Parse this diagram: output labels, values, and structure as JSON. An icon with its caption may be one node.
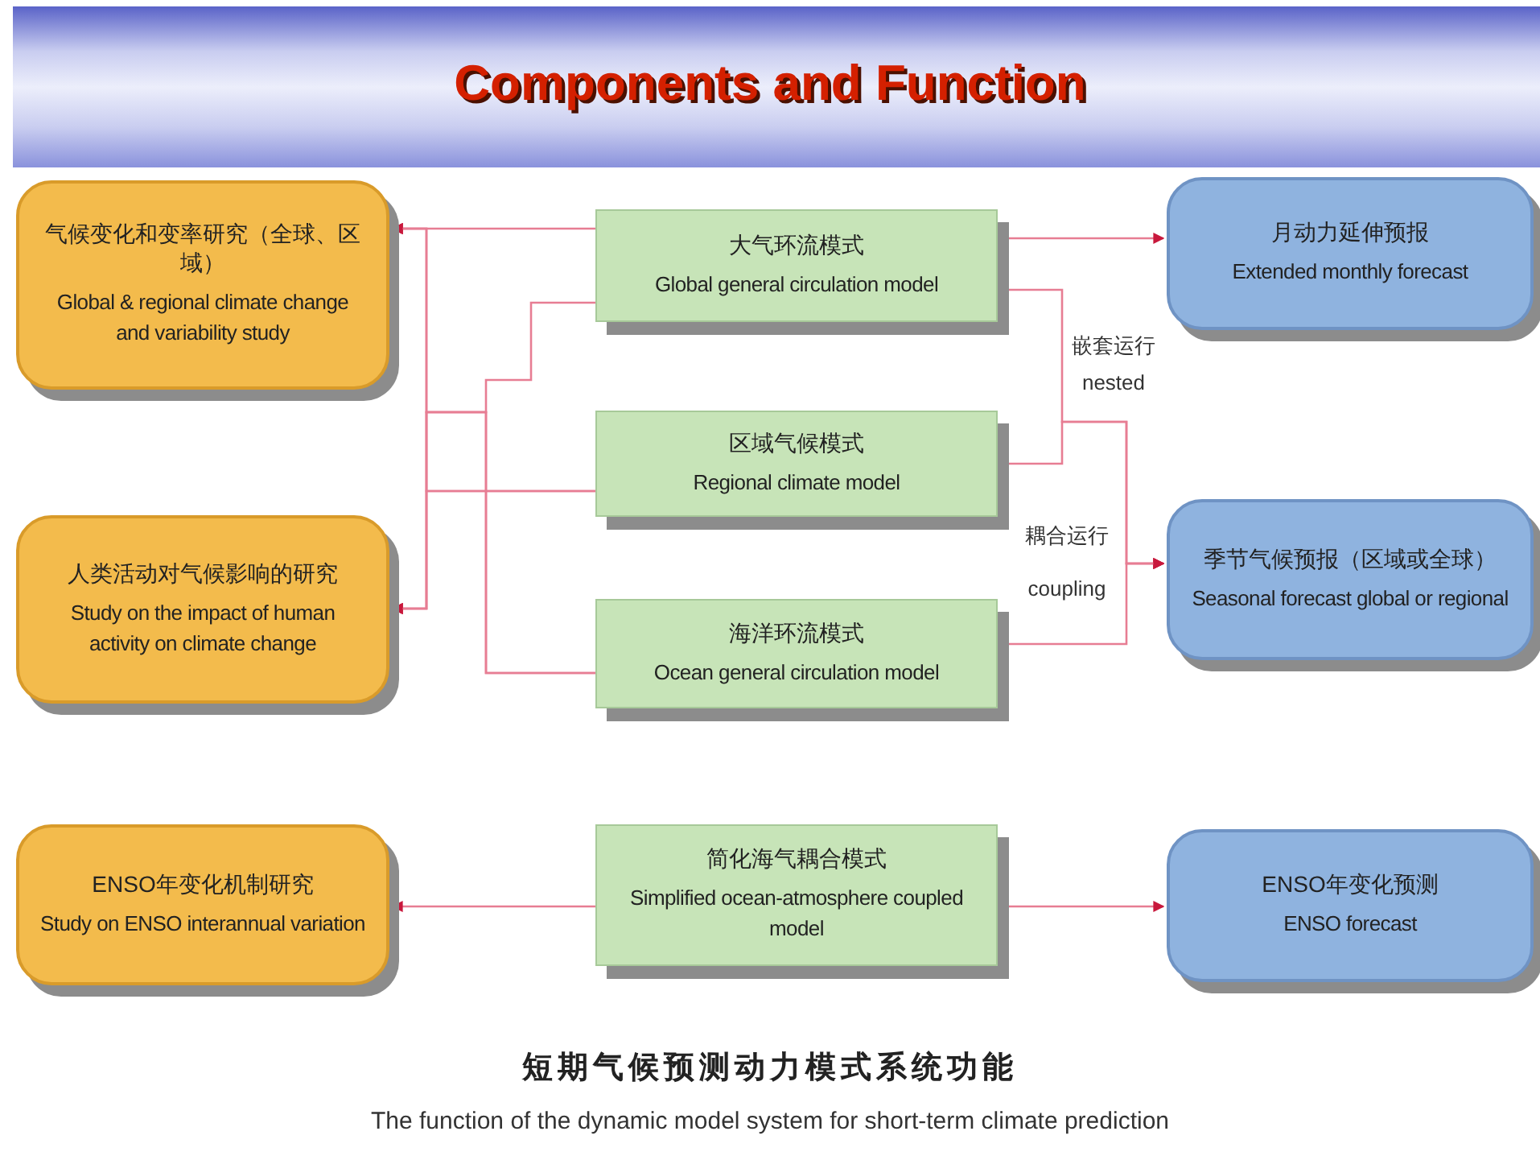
{
  "diagram": {
    "title": "Components and Function",
    "caption": "短期气候预测动力模式系统功能",
    "nodes": [
      {
        "text": [
          "气候变化和变率研究（全球、区域）",
          "Global & regional climate change and variability study"
        ]
      },
      {
        "text": [
          "大气环流模式",
          "Global general circulation model"
        ]
      },
      {
        "text": [
          "月动力延伸预报",
          "Extended monthly forecast"
        ]
      },
      {
        "text": [
          "区域气候模式",
          "Regional climate model"
        ]
      },
      {
        "text": [
          "人类活动对气候影响的研究",
          "Study on the impact of human activity on climate change"
        ]
      },
      {
        "text": [
          "海洋环流模式",
          "Ocean general circulation model"
        ]
      },
      {
        "text": [
          "季节气候预报（区域或全球）",
          "Seasonal forecast global or regional"
        ]
      },
      {
        "text": [
          "ENSO年变化机制研究",
          "Study on ENSO interannual variation"
        ]
      },
      {
        "text": [
          "简化海气耦合模式",
          "Simplified ocean-atmosphere coupled model"
        ]
      },
      {
        "text": [
          "ENSO年变化预测",
          "ENSO forecast"
        ]
      }
    ],
    "edges": [
      {
        "from": 1,
        "to": 0,
        "arrow": "to"
      },
      {
        "from": 1,
        "to": 4,
        "arrow": "to"
      },
      {
        "from": 3,
        "to": 0,
        "arrow": "to"
      },
      {
        "from": 3,
        "to": 4,
        "arrow": "to"
      },
      {
        "from": 5,
        "to": 0,
        "arrow": "to"
      },
      {
        "from": 5,
        "to": 4,
        "arrow": "to"
      },
      {
        "from": 1,
        "to": 2,
        "arrow": "to"
      },
      {
        "from": 1,
        "to": 6,
        "arrow": "to"
      },
      {
        "from": 3,
        "to": 6,
        "arrow": "to"
      },
      {
        "from": 5,
        "to": 6,
        "arrow": "to"
      },
      {
        "from": 8,
        "to": 7,
        "arrow": "to"
      },
      {
        "from": 8,
        "to": 9,
        "arrow": "to"
      }
    ],
    "labels": [
      "嵌套运行",
      "nested",
      "耦合运行",
      "coupling",
      "The function of the dynamic model system for short-term climate prediction"
    ]
  }
}
